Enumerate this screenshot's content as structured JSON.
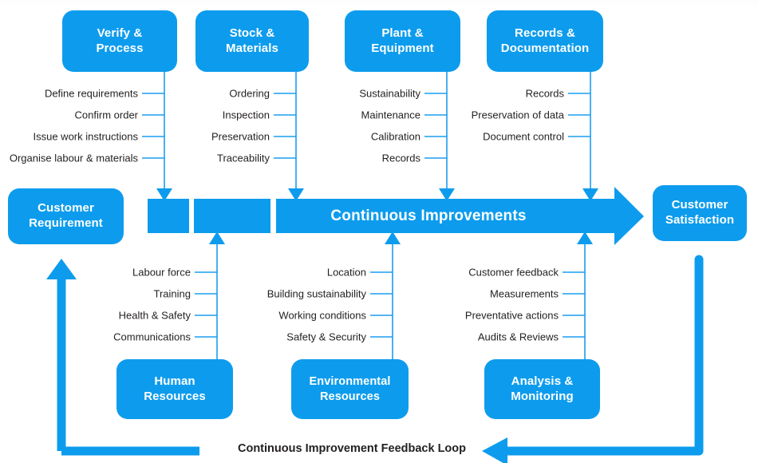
{
  "theme": {
    "brand_blue": "#0d9ced",
    "line_blue": "#1b9df0",
    "text_dark": "#231f20",
    "text_light": "#ffffff",
    "background": "#ffffff"
  },
  "endpoints": {
    "start": "Customer\nRequirement",
    "start_line1": "Customer",
    "start_line2": "Requirement",
    "end_line1": "Customer",
    "end_line2": "Satisfaction"
  },
  "band": {
    "title": "Continuous Improvements"
  },
  "feedback": {
    "caption": "Continuous Improvement Feedback Loop"
  },
  "top_groups": [
    {
      "title_line1": "Verify &",
      "title_line2": "Process",
      "items": [
        "Define requirements",
        "Confirm order",
        "Issue work instructions",
        "Organise labour & materials"
      ]
    },
    {
      "title_line1": "Stock &",
      "title_line2": "Materials",
      "items": [
        "Ordering",
        "Inspection",
        "Preservation",
        "Traceability"
      ]
    },
    {
      "title_line1": "Plant &",
      "title_line2": "Equipment",
      "items": [
        "Sustainability",
        "Maintenance",
        "Calibration",
        "Records"
      ]
    },
    {
      "title_line1": "Records &",
      "title_line2": "Documentation",
      "items": [
        "Records",
        "Preservation of data",
        "Document control"
      ]
    }
  ],
  "bottom_groups": [
    {
      "title_line1": "Human",
      "title_line2": "Resources",
      "items": [
        "Labour force",
        "Training",
        "Health & Safety",
        "Communications"
      ]
    },
    {
      "title_line1": "Environmental",
      "title_line2": "Resources",
      "items": [
        "Location",
        "Building sustainability",
        "Working conditions",
        "Safety & Security"
      ]
    },
    {
      "title_line1": "Analysis &",
      "title_line2": "Monitoring",
      "items": [
        "Customer feedback",
        "Measurements",
        "Preventative actions",
        "Audits & Reviews"
      ]
    }
  ]
}
